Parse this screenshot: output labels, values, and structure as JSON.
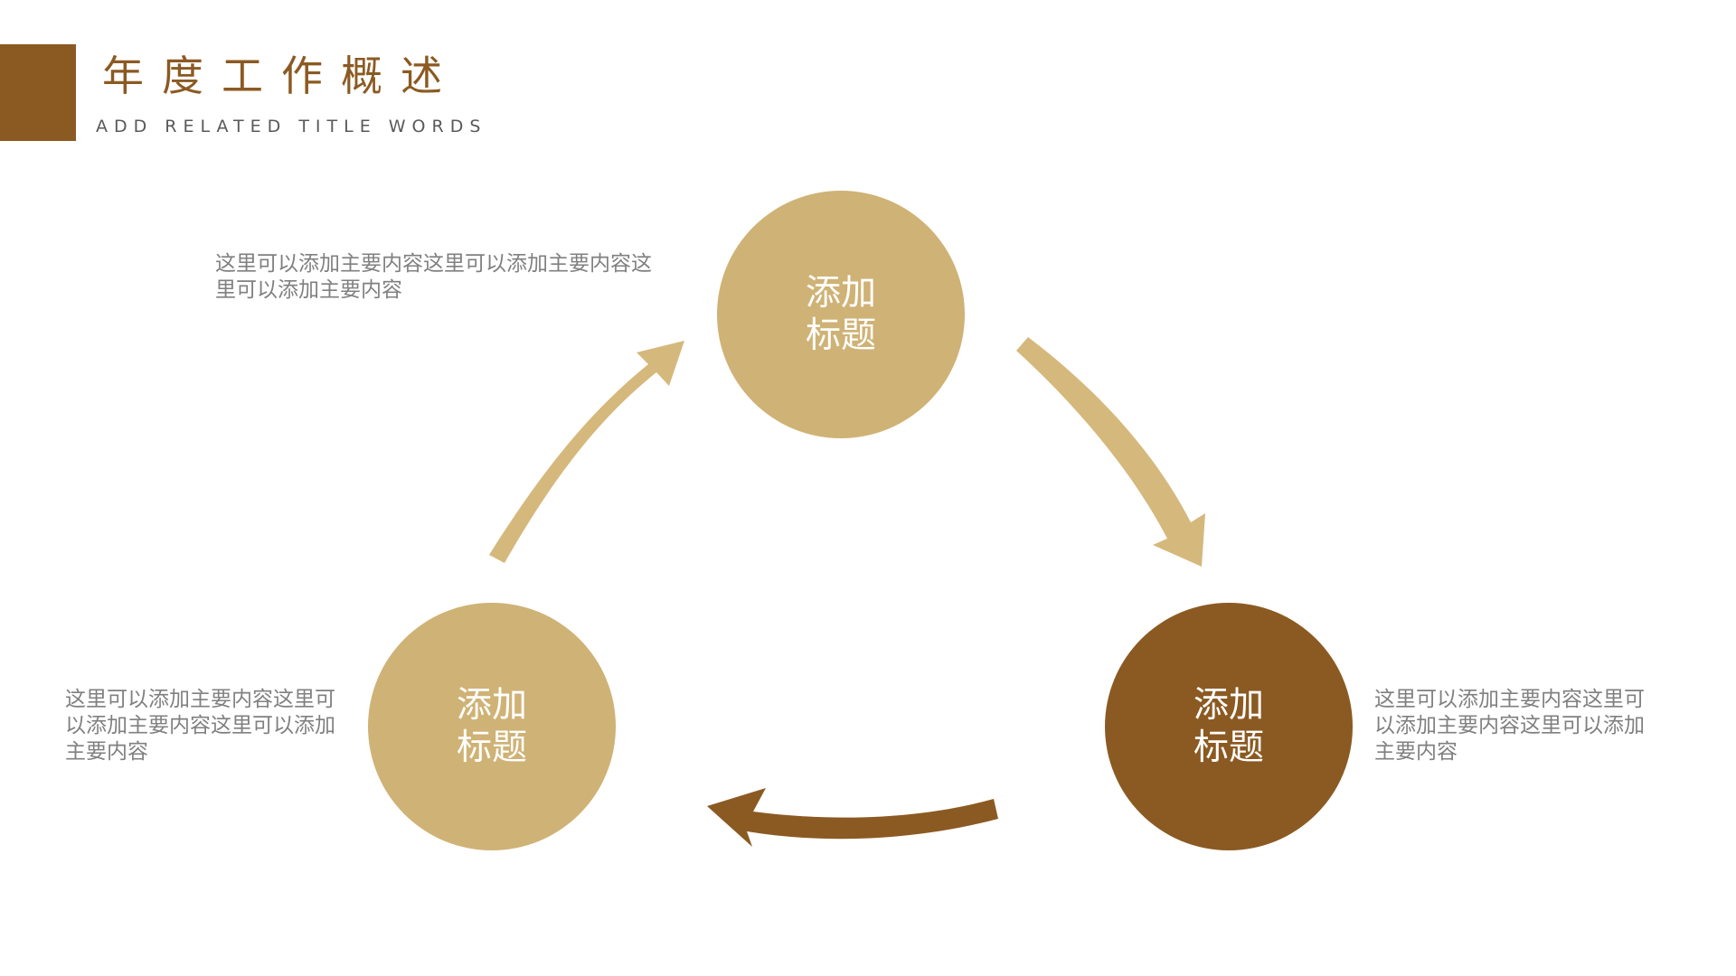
{
  "header": {
    "title": "年度工作概述",
    "subtitle": "ADD RELATED TITLE WORDS"
  },
  "colors": {
    "accent_dark": "#8B5A22",
    "accent_light": "#CFB275",
    "arrow_light": "#D5B87C",
    "text_gray": "#808080",
    "background": "#FFFFFF"
  },
  "cycle": {
    "nodes": [
      {
        "id": "top",
        "label": "添加标题",
        "color": "#CFB275"
      },
      {
        "id": "right",
        "label": "添加标题",
        "color": "#8B5A22"
      },
      {
        "id": "left",
        "label": "添加标题",
        "color": "#CFB275"
      }
    ],
    "arrows": [
      {
        "from": "left",
        "to": "top",
        "color": "#D5B87C"
      },
      {
        "from": "top",
        "to": "right",
        "color": "#D5B87C"
      },
      {
        "from": "right",
        "to": "left",
        "color": "#8B5A22"
      }
    ],
    "descriptions": {
      "top": "这里可以添加主要内容这里可以添加主要内容这里可以添加主要内容",
      "left": "这里可以添加主要内容这里可以添加主要内容这里可以添加主要内容",
      "right": "这里可以添加主要内容这里可以添加主要内容这里可以添加主要内容"
    }
  }
}
